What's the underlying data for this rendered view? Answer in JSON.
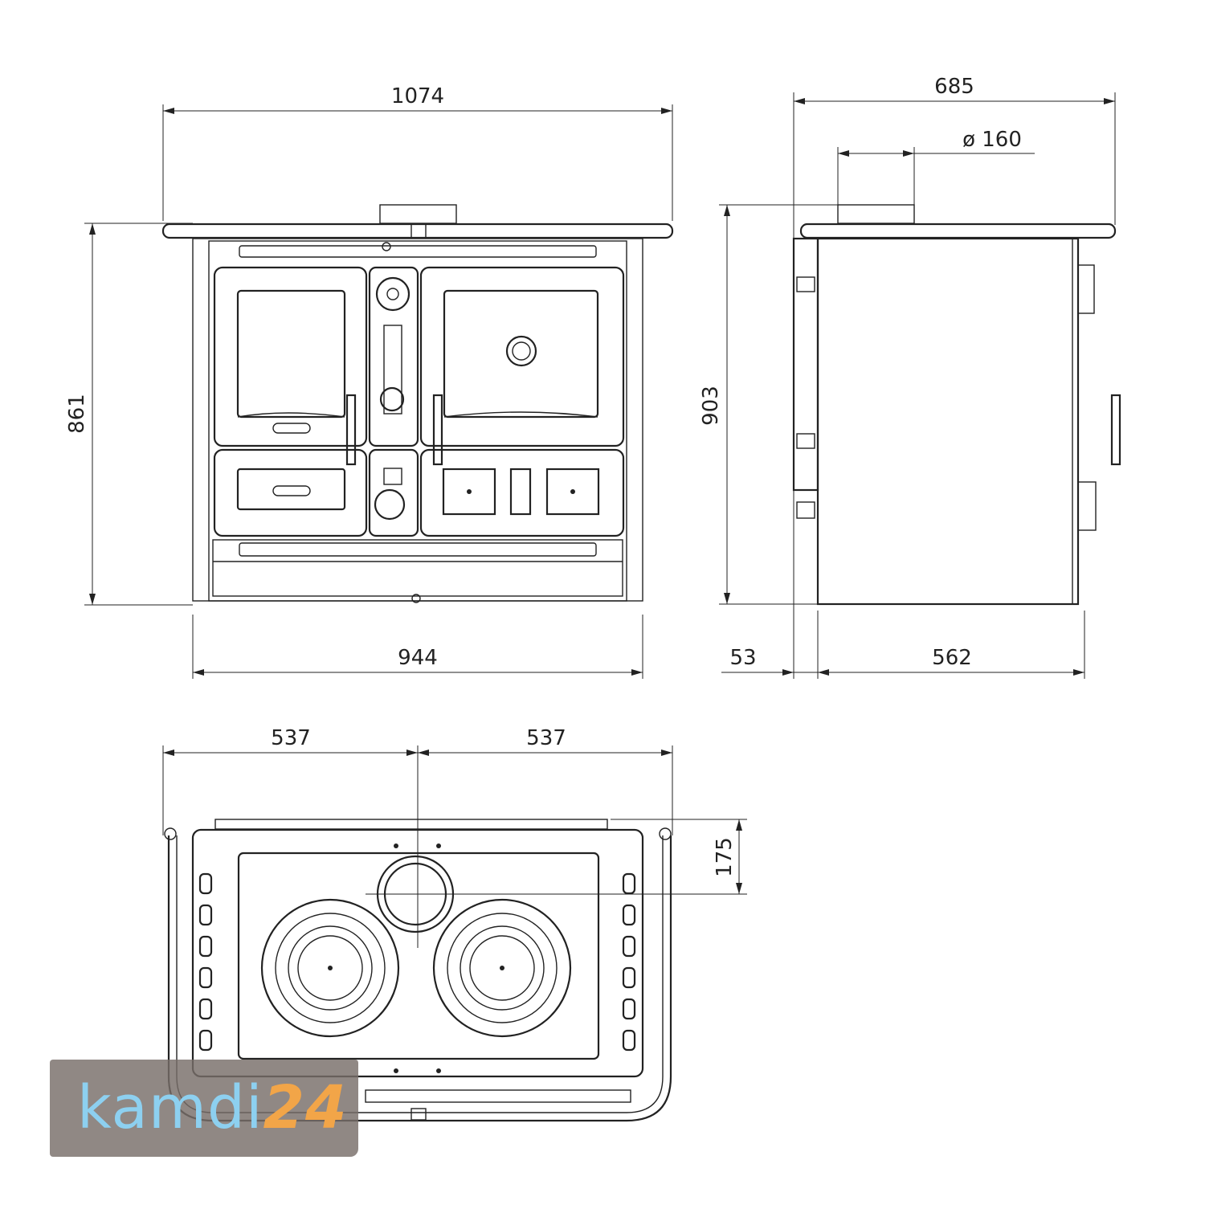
{
  "dimensions": {
    "front_total_width": "1074",
    "front_body_width": "944",
    "front_height": "861",
    "side_total_depth": "685",
    "flue_diameter": "ø 160",
    "side_height": "903",
    "side_door_depth": "53",
    "side_body_depth": "562",
    "top_left_half": "537",
    "top_right_half": "537",
    "top_flue_offset": "175"
  },
  "logo": {
    "text_main": "kamdi",
    "text_number": "24",
    "color_main": "#8dd0f0",
    "color_number": "#f2a548"
  }
}
